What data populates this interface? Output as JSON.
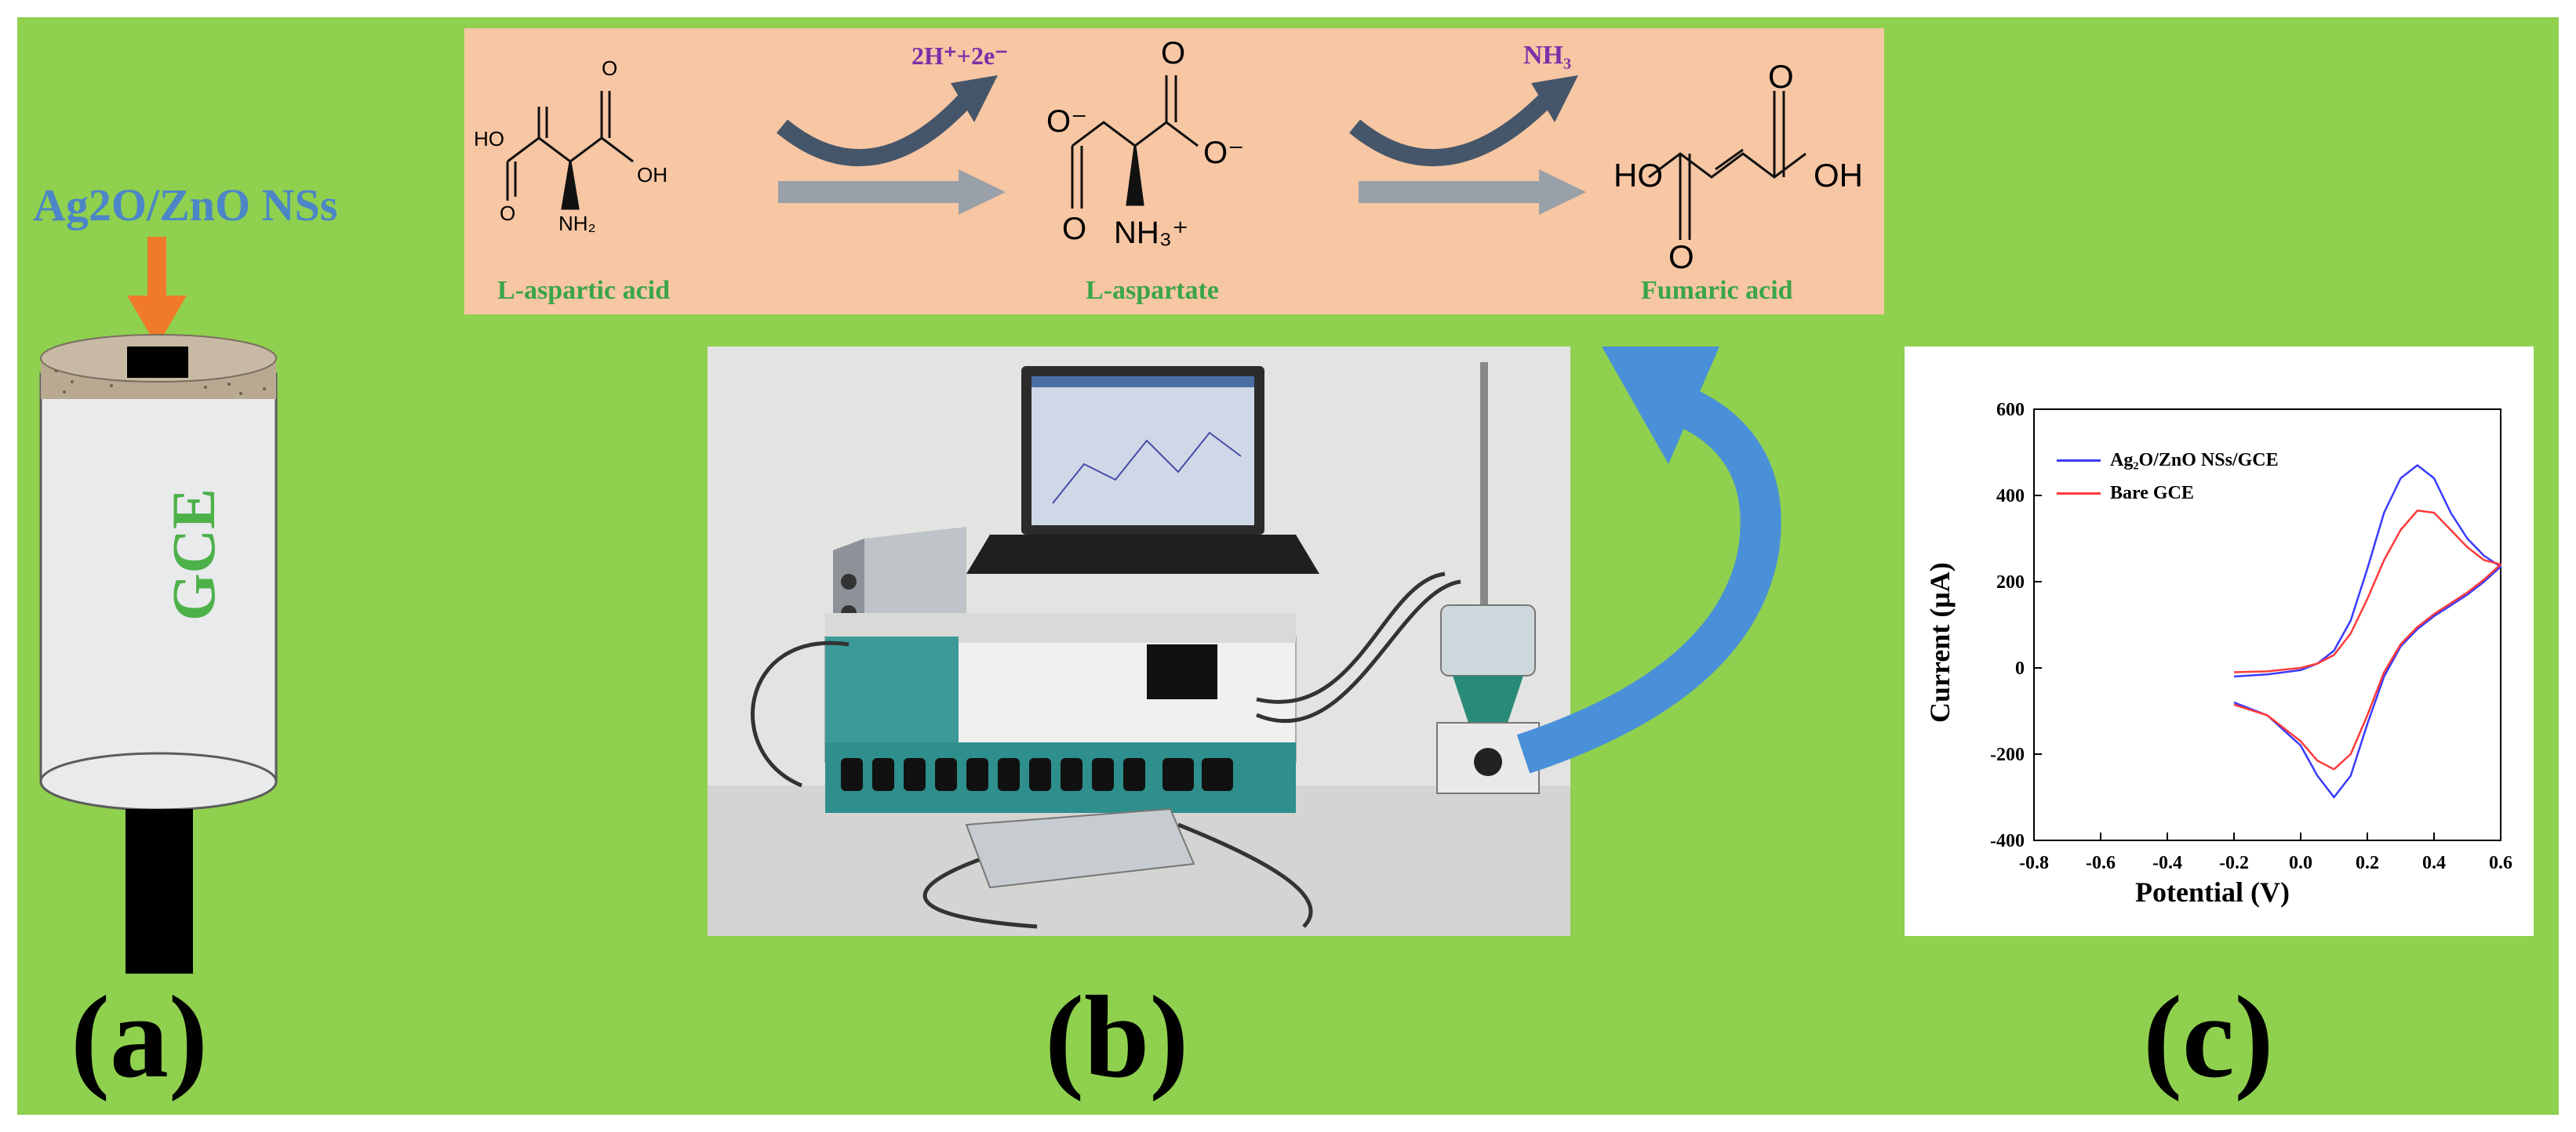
{
  "panel_a": {
    "coating_label": "Ag2O/ZnO NSs",
    "electrode_label": "GCE",
    "letter": "(a)"
  },
  "reaction": {
    "reactant": "L-aspartic acid",
    "intermediate": "L-aspartate",
    "product": "Fumaric acid",
    "step1_byproduct": "2H⁺+2e⁻",
    "step2_byproduct": "NH₃",
    "atom_labels": {
      "ho": "HO",
      "oh": "OH",
      "o": "O",
      "o_minus": "O⁻",
      "nh2": "NH₂",
      "nh3_plus": "NH₃⁺"
    }
  },
  "panel_b": {
    "letter": "(b)"
  },
  "panel_c": {
    "letter": "(c)"
  },
  "colors": {
    "background": "#8fd04f",
    "reaction_box": "#f7c6a3",
    "blue_series": "#3a3aff",
    "red_series": "#ff3a3a",
    "curved_arrow": "#4a90d9",
    "orange_arrow": "#f07a2a"
  },
  "chart_data": {
    "type": "line",
    "xlabel": "Potential (V)",
    "ylabel": "Current (μA)",
    "xlim": [
      -0.8,
      0.6
    ],
    "ylim": [
      -400,
      600
    ],
    "xticks": [
      -0.8,
      -0.6,
      -0.4,
      -0.2,
      0.0,
      0.2,
      0.4,
      0.6
    ],
    "yticks": [
      -400,
      -200,
      0,
      200,
      400,
      600
    ],
    "legend": "upper-left",
    "series": [
      {
        "name": "Ag₂O/ZnO NSs/GCE",
        "color": "#3a3aff",
        "x": [
          -0.2,
          -0.1,
          0.0,
          0.05,
          0.1,
          0.15,
          0.2,
          0.25,
          0.3,
          0.35,
          0.4,
          0.45,
          0.5,
          0.55,
          0.6,
          0.55,
          0.5,
          0.45,
          0.4,
          0.35,
          0.3,
          0.25,
          0.2,
          0.15,
          0.1,
          0.05,
          0.0,
          -0.1,
          -0.2
        ],
        "y": [
          -20,
          -15,
          -5,
          10,
          40,
          110,
          230,
          360,
          440,
          470,
          440,
          360,
          300,
          260,
          235,
          200,
          170,
          145,
          120,
          90,
          50,
          -20,
          -130,
          -250,
          -300,
          -250,
          -180,
          -110,
          -80
        ]
      },
      {
        "name": "Bare GCE",
        "color": "#ff3a3a",
        "x": [
          -0.2,
          -0.1,
          0.0,
          0.05,
          0.1,
          0.15,
          0.2,
          0.25,
          0.3,
          0.35,
          0.4,
          0.45,
          0.5,
          0.55,
          0.6,
          0.55,
          0.5,
          0.45,
          0.4,
          0.35,
          0.3,
          0.25,
          0.2,
          0.15,
          0.1,
          0.05,
          0.0,
          -0.1,
          -0.2
        ],
        "y": [
          -10,
          -8,
          0,
          10,
          30,
          80,
          160,
          250,
          320,
          365,
          360,
          320,
          280,
          250,
          240,
          205,
          175,
          150,
          125,
          95,
          55,
          -10,
          -110,
          -200,
          -235,
          -215,
          -170,
          -110,
          -85
        ]
      }
    ]
  }
}
